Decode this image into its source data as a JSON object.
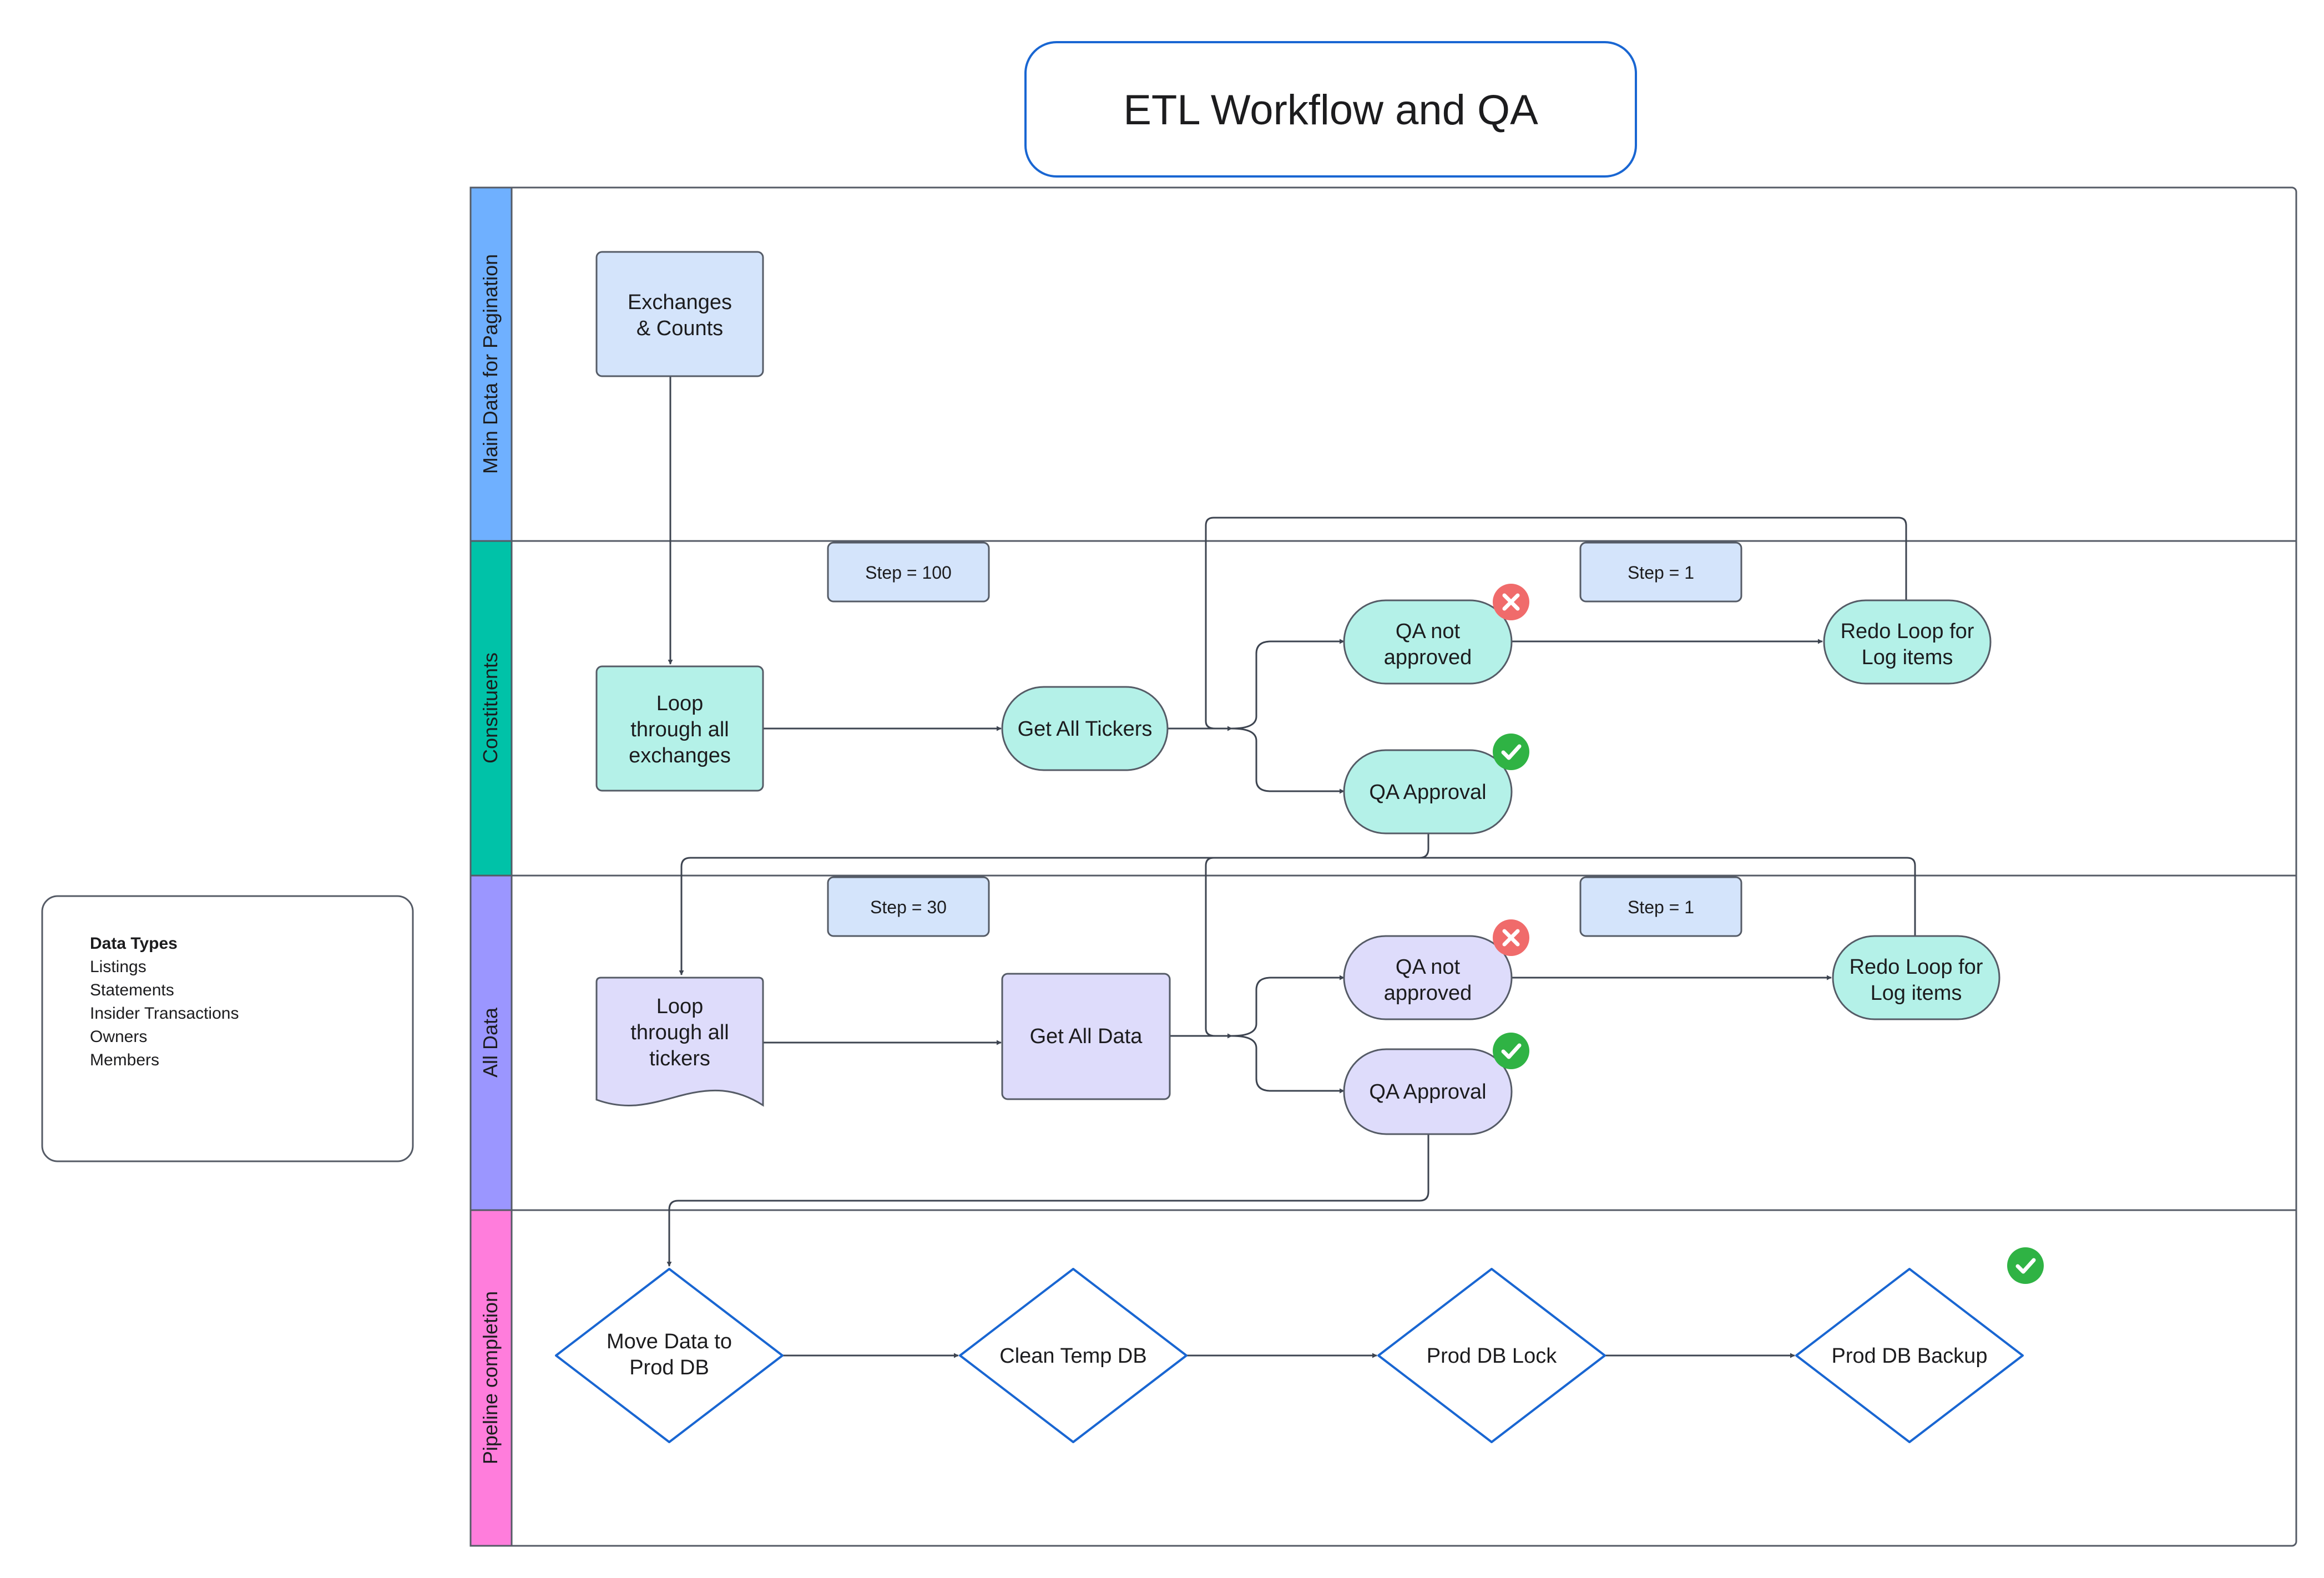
{
  "title": "ETL Workflow and QA",
  "lanes": {
    "main": "Main Data for Pagination",
    "constituents": "Constituents",
    "alldata": "All Data",
    "pipeline": "Pipeline completion"
  },
  "colors": {
    "lane_main": "#6fb0ff",
    "lane_constituents": "#00c2a8",
    "lane_alldata": "#9b96ff",
    "lane_pipeline": "#ff7ddc",
    "box_blue": "#d4e4fb",
    "box_teal": "#b4f1e8",
    "box_purple": "#dedcfb",
    "decision_stroke": "#1966d2",
    "check_green": "#2fb344",
    "cross_red": "#f06b6b"
  },
  "nodes": {
    "exchanges": [
      "Exchanges",
      "& Counts"
    ],
    "loop_exchanges": [
      "Loop",
      "through all",
      "exchanges"
    ],
    "get_tickers": "Get All Tickers",
    "qa_not_1": [
      "QA not",
      "approved"
    ],
    "qa_ok_1": "QA Approval",
    "redo_1": [
      "Redo Loop for",
      "Log items"
    ],
    "loop_tickers": [
      "Loop",
      "through all",
      "tickers"
    ],
    "get_data": "Get All Data",
    "qa_not_2": [
      "QA not",
      "approved"
    ],
    "qa_ok_2": "QA Approval",
    "redo_2": [
      "Redo Loop for",
      "Log items"
    ],
    "move_data": [
      "Move Data to",
      "Prod DB"
    ],
    "clean_temp": "Clean Temp DB",
    "prod_lock": "Prod DB Lock",
    "prod_backup": "Prod DB Backup"
  },
  "step_labels": {
    "c_step_a": "Step = 100",
    "c_step_b": "Step = 1",
    "a_step_a": "Step = 30",
    "a_step_b": "Step = 1"
  },
  "legend": {
    "title": "Data Types",
    "items": [
      "Listings",
      "Statements",
      "Insider Transactions",
      "Owners",
      "Members"
    ]
  }
}
